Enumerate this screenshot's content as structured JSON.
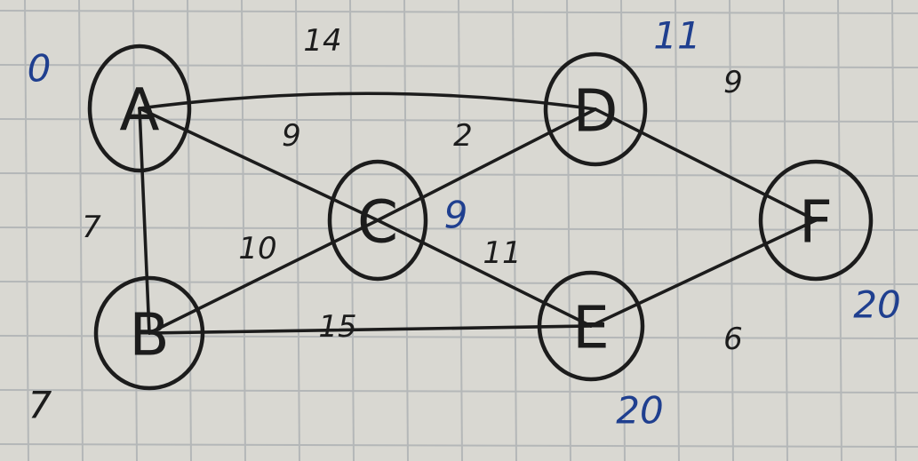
{
  "colors": {
    "paper": "#d9d8d2",
    "grid": "#b4b7b8",
    "ink": "#1c1c1c",
    "distance_ink": "#1f3f8f"
  },
  "nodes": [
    {
      "id": "A",
      "label": "A",
      "distance": "0",
      "distance_color": "#1f3f8f"
    },
    {
      "id": "B",
      "label": "B",
      "distance": "7",
      "distance_color": "#1c1c1c"
    },
    {
      "id": "C",
      "label": "C",
      "distance": "9",
      "distance_color": "#1f3f8f"
    },
    {
      "id": "D",
      "label": "D",
      "distance": "11",
      "distance_color": "#1f3f8f"
    },
    {
      "id": "E",
      "label": "E",
      "distance": "20",
      "distance_color": "#1f3f8f"
    },
    {
      "id": "F",
      "label": "F",
      "distance": "20",
      "distance_color": "#1f3f8f"
    }
  ],
  "edges": [
    {
      "from": "A",
      "to": "D",
      "weight": "14"
    },
    {
      "from": "A",
      "to": "C",
      "weight": "9"
    },
    {
      "from": "A",
      "to": "B",
      "weight": "7"
    },
    {
      "from": "B",
      "to": "C",
      "weight": "10"
    },
    {
      "from": "B",
      "to": "E",
      "weight": "15"
    },
    {
      "from": "C",
      "to": "D",
      "weight": "2"
    },
    {
      "from": "C",
      "to": "E",
      "weight": "11"
    },
    {
      "from": "D",
      "to": "F",
      "weight": "9"
    },
    {
      "from": "E",
      "to": "F",
      "weight": "6"
    }
  ]
}
